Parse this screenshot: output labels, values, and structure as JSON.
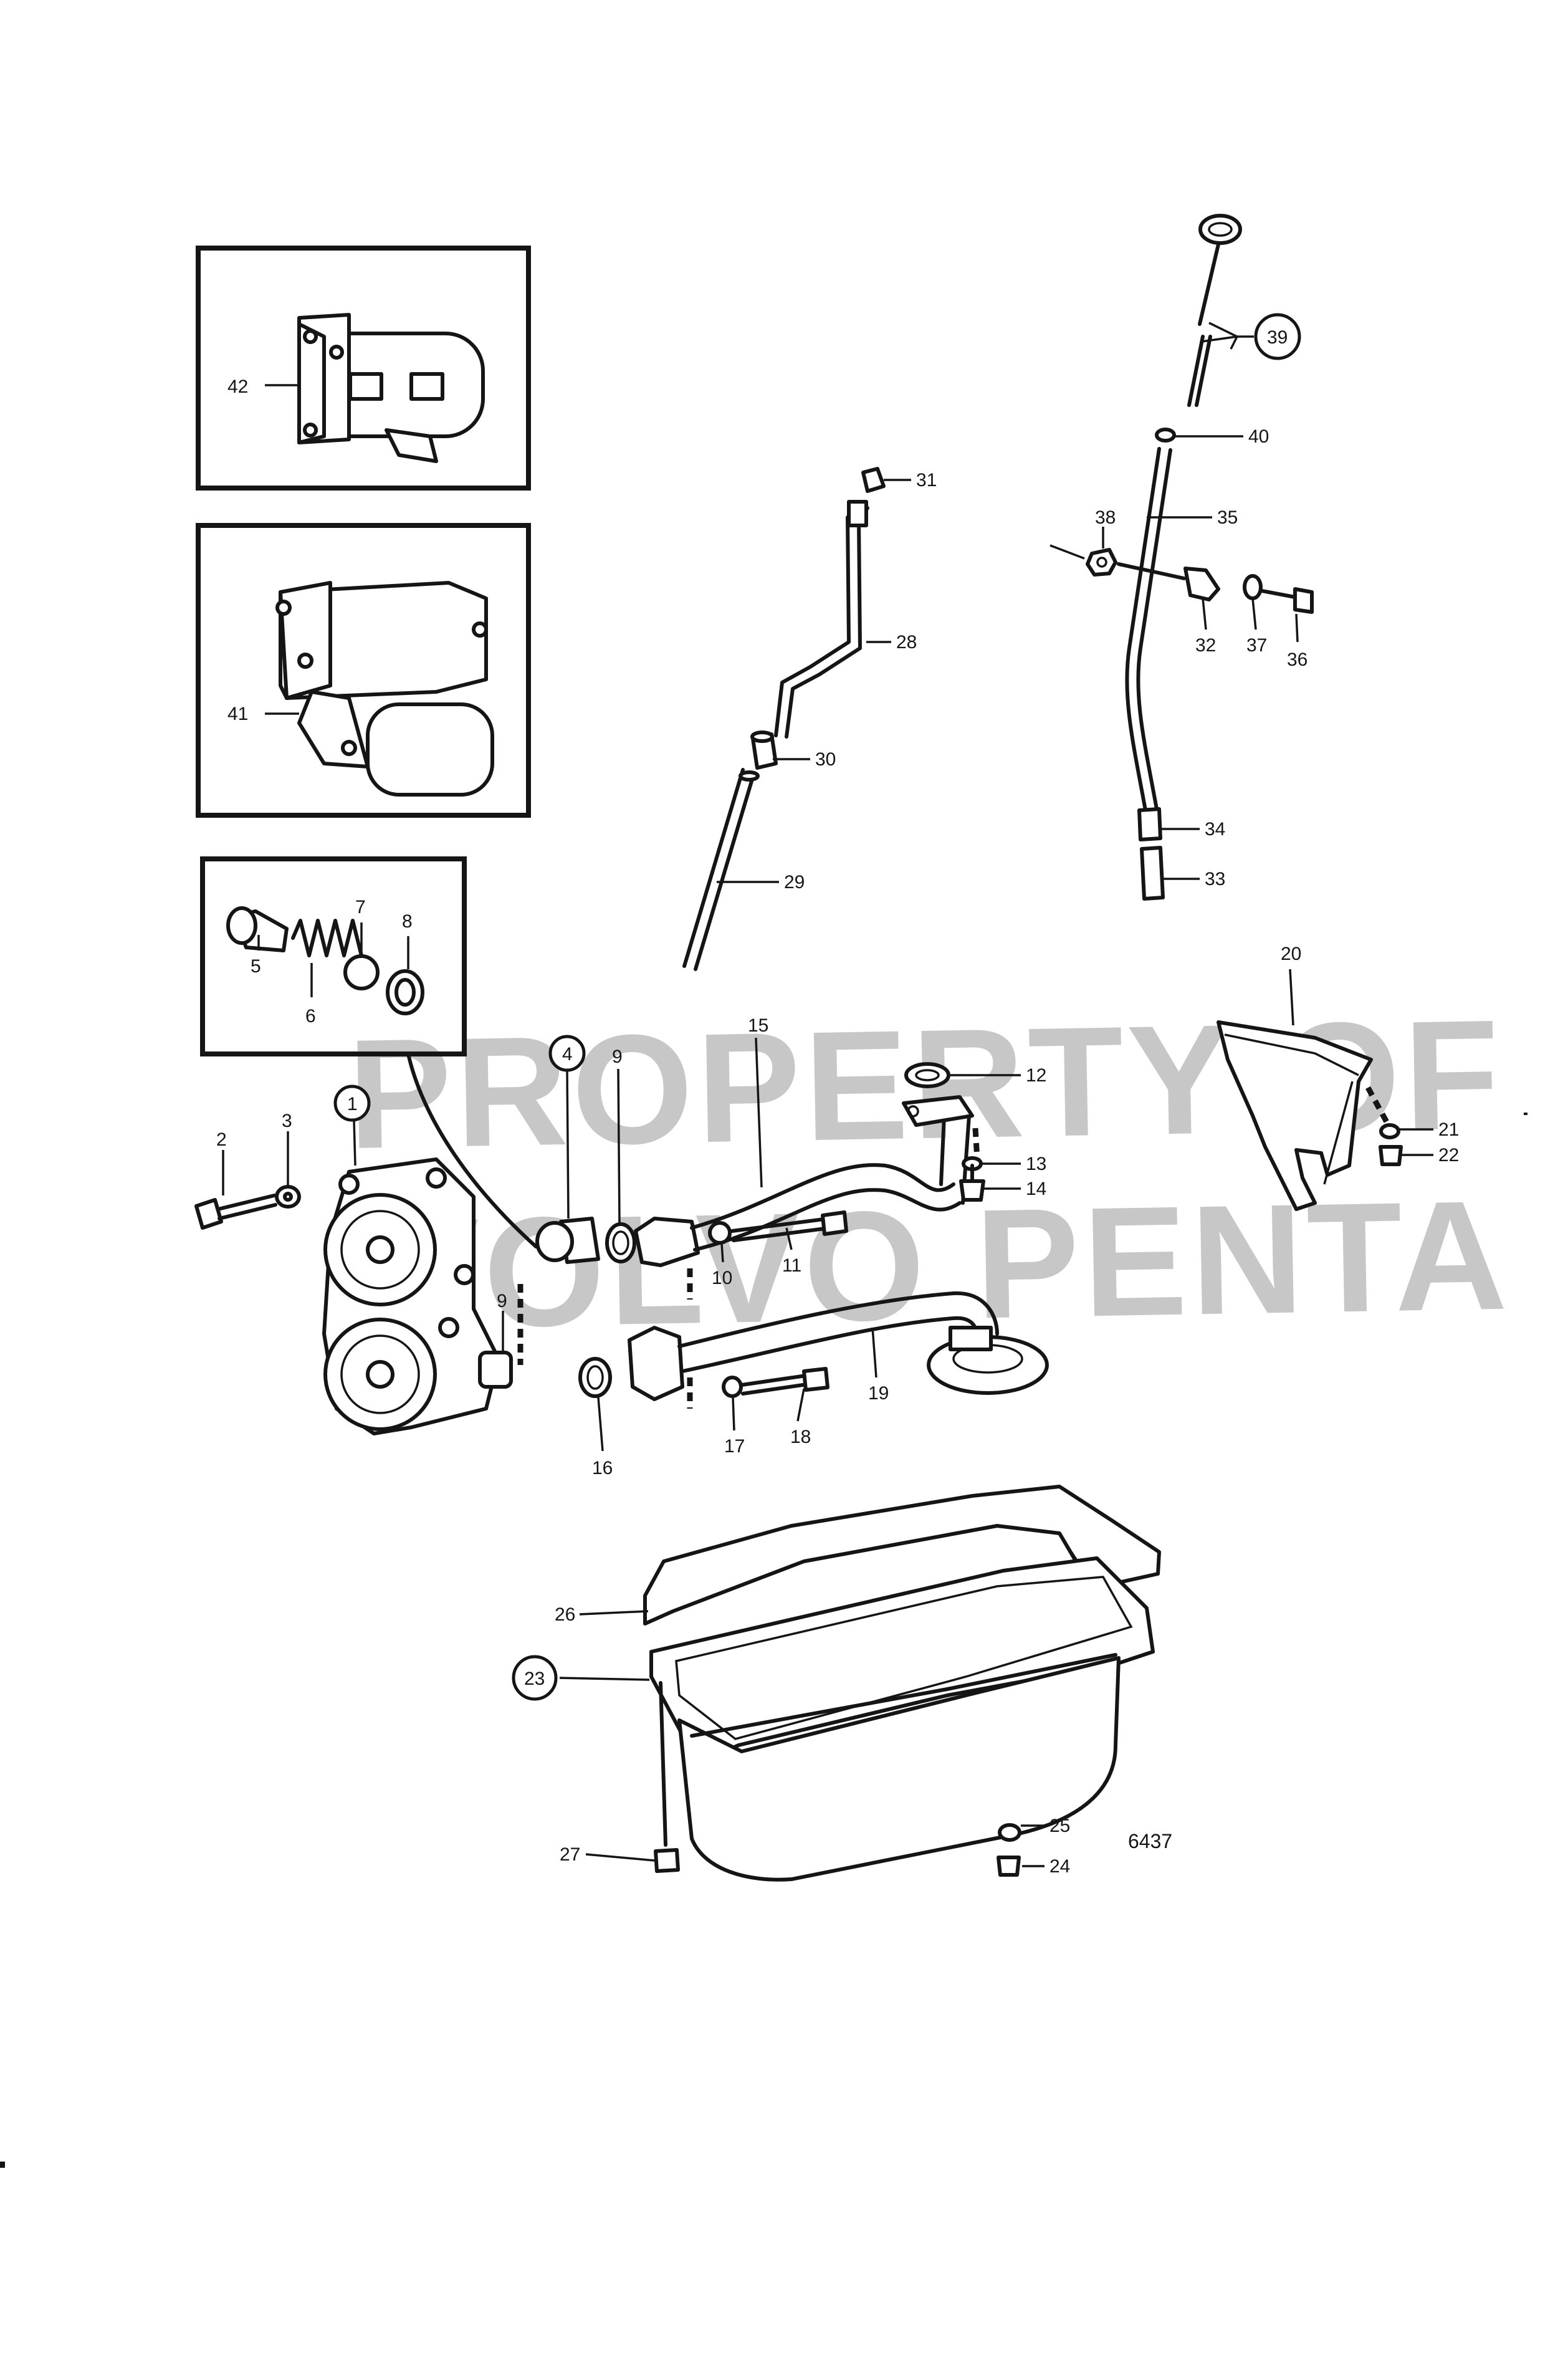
{
  "figure_number": "6437",
  "watermark": {
    "line1": "PROPERTY OF",
    "line2": "VOLVO PENTA"
  },
  "callouts": {
    "c1": "1",
    "c2": "2",
    "c3": "3",
    "c4": "4",
    "c5": "5",
    "c6": "6",
    "c7": "7",
    "c8": "8",
    "c9a": "9",
    "c9b": "9",
    "c10": "10",
    "c11": "11",
    "c12": "12",
    "c13": "13",
    "c14": "14",
    "c15": "15",
    "c16": "16",
    "c17": "17",
    "c18": "18",
    "c19": "19",
    "c20": "20",
    "c21": "21",
    "c22": "22",
    "c23": "23",
    "c24": "24",
    "c25": "25",
    "c26": "26",
    "c27": "27",
    "c28": "28",
    "c29": "29",
    "c30": "30",
    "c31": "31",
    "c32": "32",
    "c33": "33",
    "c34": "34",
    "c35": "35",
    "c36": "36",
    "c37": "37",
    "c38": "38",
    "c39": "39",
    "c40": "40",
    "c41": "41",
    "c42": "42"
  }
}
